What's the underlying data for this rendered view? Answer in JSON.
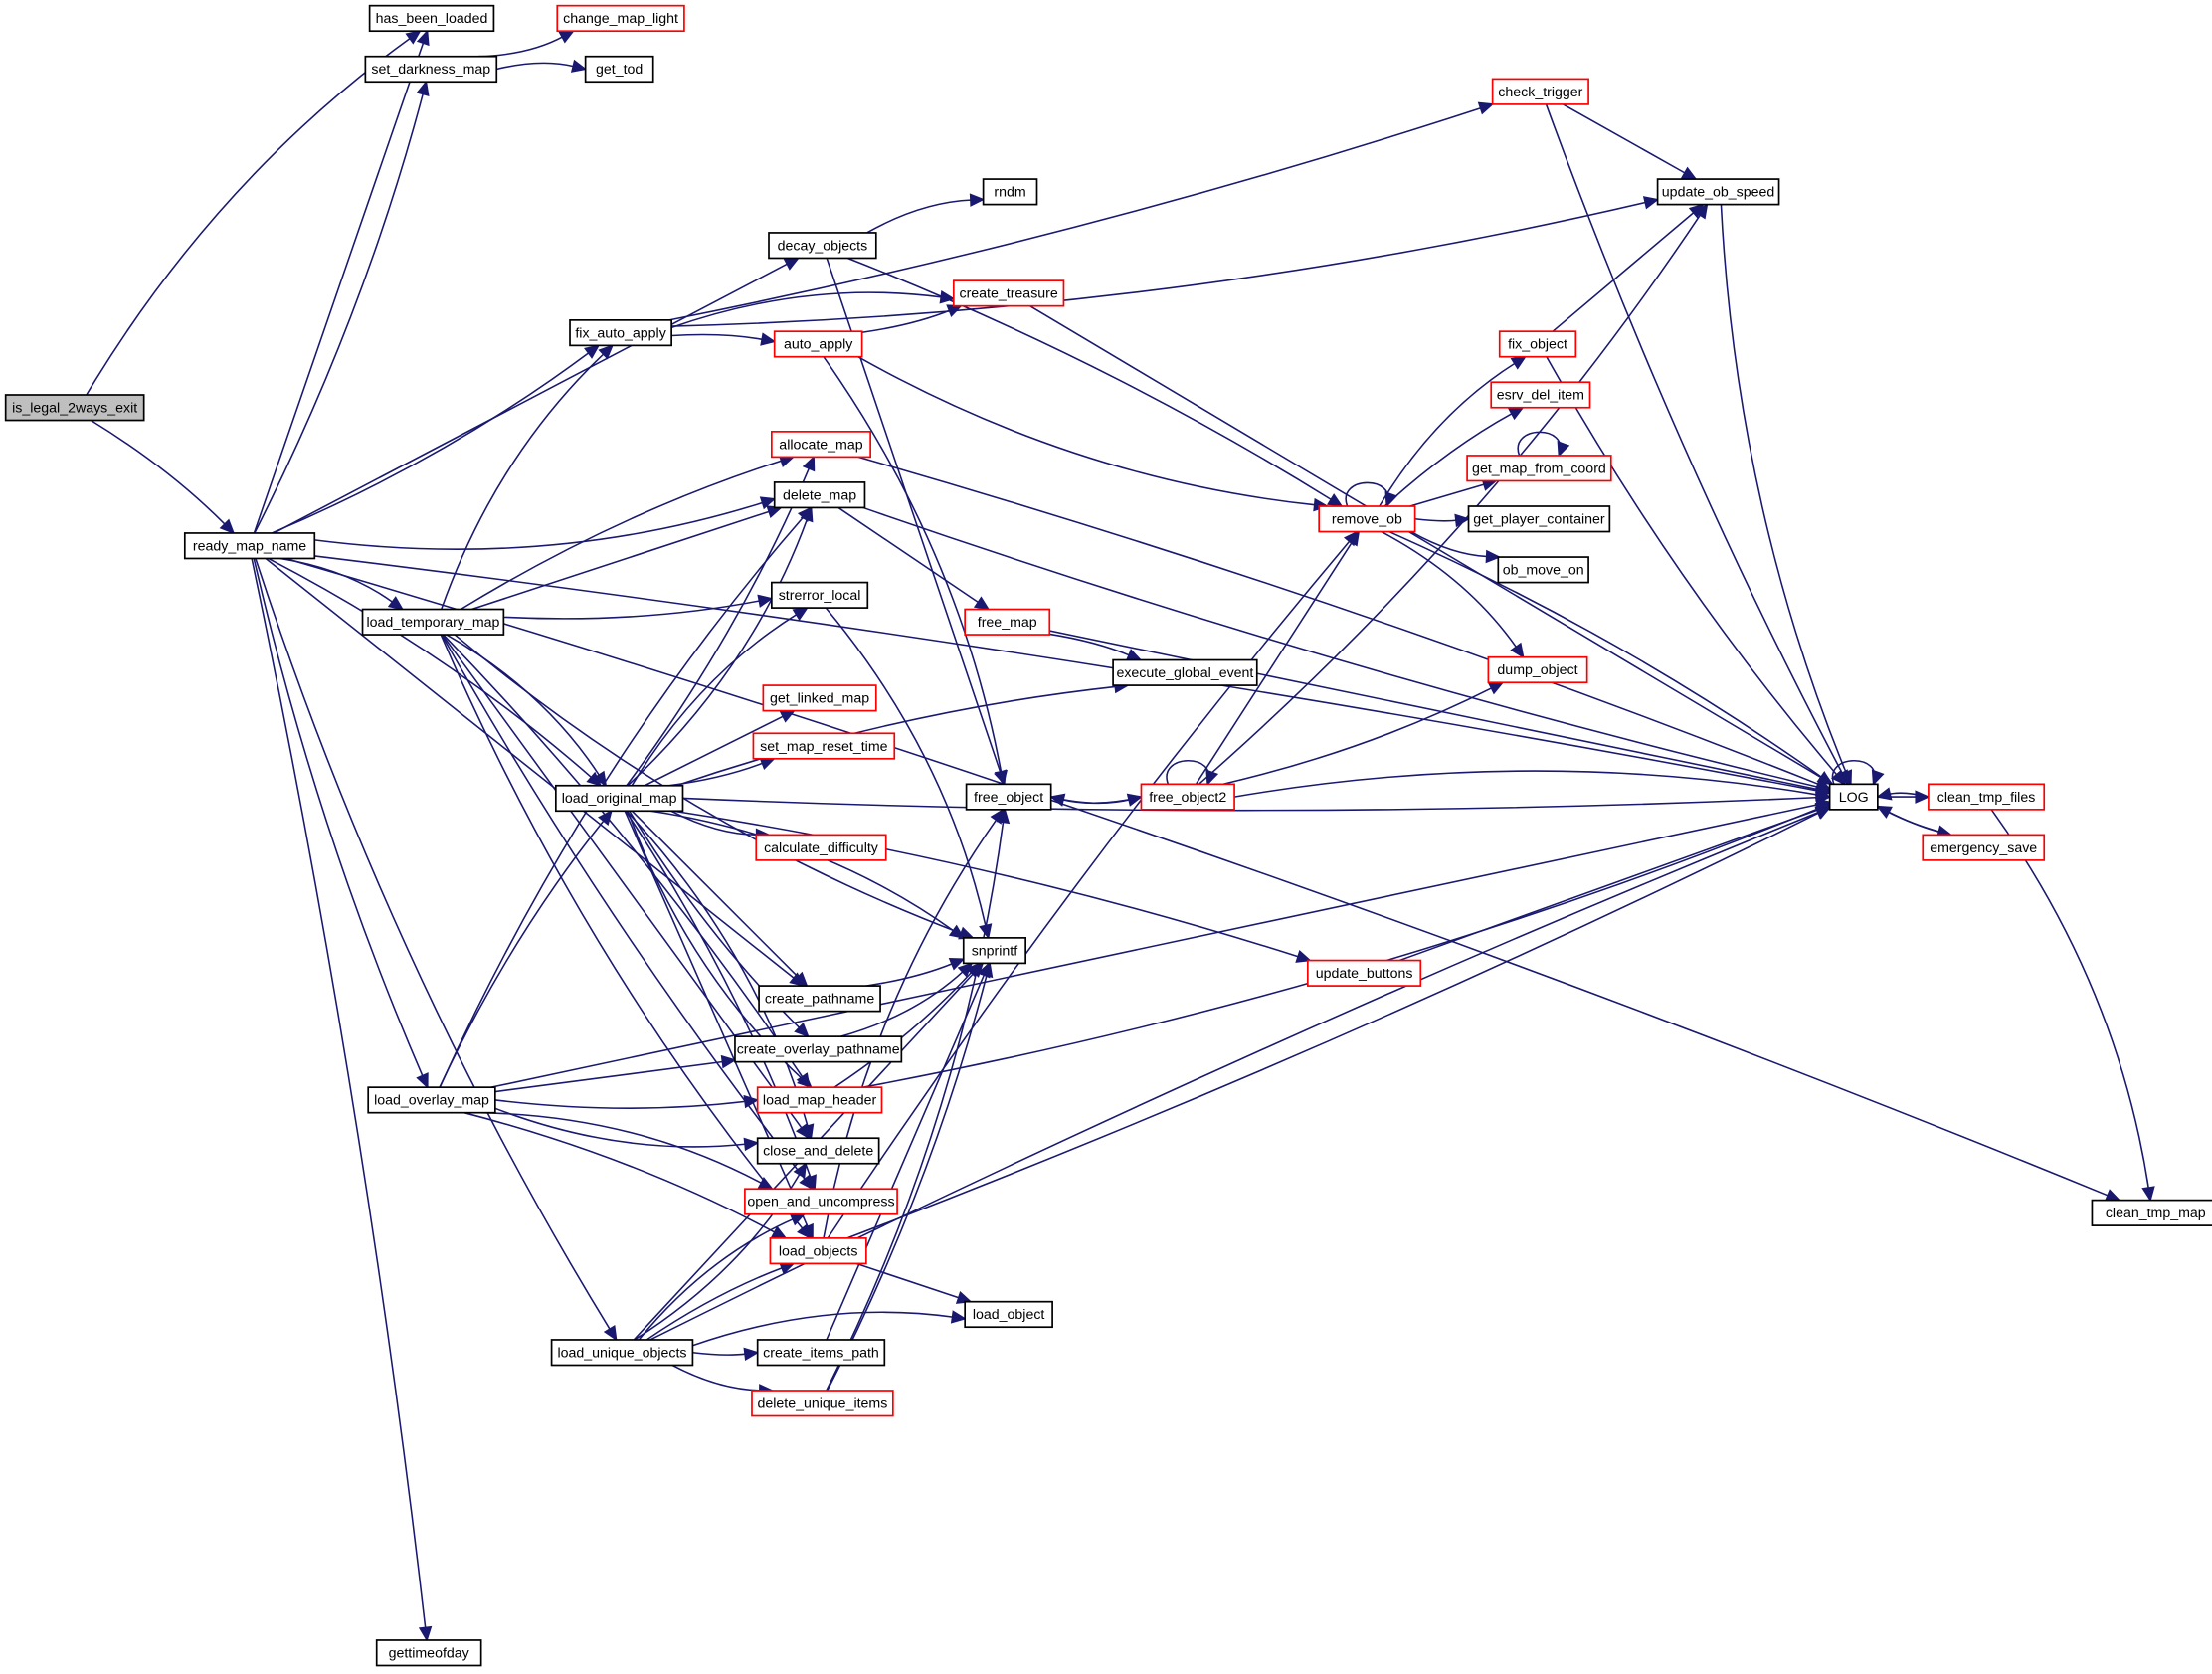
{
  "title": "Call graph of is_legal_2ways_exit",
  "colors": {
    "edge": "#191970",
    "linked_border": "#ff0000",
    "plain_border": "#000000",
    "root_fill": "#bfbfbf"
  },
  "nodes": [
    {
      "id": "is_legal_2ways_exit",
      "label": "is_legal_2ways_exit",
      "kind": "root"
    },
    {
      "id": "ready_map_name",
      "label": "ready_map_name",
      "kind": "normal"
    },
    {
      "id": "has_been_loaded",
      "label": "has_been_loaded",
      "kind": "normal"
    },
    {
      "id": "set_darkness_map",
      "label": "set_darkness_map",
      "kind": "normal"
    },
    {
      "id": "change_map_light",
      "label": "change_map_light",
      "kind": "linked"
    },
    {
      "id": "get_tod",
      "label": "get_tod",
      "kind": "normal"
    },
    {
      "id": "check_trigger",
      "label": "check_trigger",
      "kind": "linked"
    },
    {
      "id": "update_ob_speed",
      "label": "update_ob_speed",
      "kind": "normal"
    },
    {
      "id": "rndm",
      "label": "rndm",
      "kind": "normal"
    },
    {
      "id": "decay_objects",
      "label": "decay_objects",
      "kind": "normal"
    },
    {
      "id": "create_treasure",
      "label": "create_treasure",
      "kind": "linked"
    },
    {
      "id": "fix_auto_apply",
      "label": "fix_auto_apply",
      "kind": "normal"
    },
    {
      "id": "auto_apply",
      "label": "auto_apply",
      "kind": "linked"
    },
    {
      "id": "fix_object",
      "label": "fix_object",
      "kind": "linked"
    },
    {
      "id": "esrv_del_item",
      "label": "esrv_del_item",
      "kind": "linked"
    },
    {
      "id": "get_map_from_coord",
      "label": "get_map_from_coord",
      "kind": "linked"
    },
    {
      "id": "allocate_map",
      "label": "allocate_map",
      "kind": "linked"
    },
    {
      "id": "delete_map",
      "label": "delete_map",
      "kind": "normal"
    },
    {
      "id": "remove_ob",
      "label": "remove_ob",
      "kind": "linked"
    },
    {
      "id": "get_player_container",
      "label": "get_player_container",
      "kind": "normal"
    },
    {
      "id": "ob_move_on",
      "label": "ob_move_on",
      "kind": "normal"
    },
    {
      "id": "load_temporary_map",
      "label": "load_temporary_map",
      "kind": "normal"
    },
    {
      "id": "strerror_local",
      "label": "strerror_local",
      "kind": "normal"
    },
    {
      "id": "free_map",
      "label": "free_map",
      "kind": "linked"
    },
    {
      "id": "execute_global_event",
      "label": "execute_global_event",
      "kind": "normal"
    },
    {
      "id": "dump_object",
      "label": "dump_object",
      "kind": "linked"
    },
    {
      "id": "get_linked_map",
      "label": "get_linked_map",
      "kind": "linked"
    },
    {
      "id": "set_map_reset_time",
      "label": "set_map_reset_time",
      "kind": "linked"
    },
    {
      "id": "load_original_map",
      "label": "load_original_map",
      "kind": "normal"
    },
    {
      "id": "free_object",
      "label": "free_object",
      "kind": "normal"
    },
    {
      "id": "free_object2",
      "label": "free_object2",
      "kind": "linked"
    },
    {
      "id": "LOG",
      "label": "LOG",
      "kind": "normal"
    },
    {
      "id": "clean_tmp_files",
      "label": "clean_tmp_files",
      "kind": "linked"
    },
    {
      "id": "emergency_save",
      "label": "emergency_save",
      "kind": "linked"
    },
    {
      "id": "calculate_difficulty",
      "label": "calculate_difficulty",
      "kind": "linked"
    },
    {
      "id": "snprintf",
      "label": "snprintf",
      "kind": "normal"
    },
    {
      "id": "update_buttons",
      "label": "update_buttons",
      "kind": "linked"
    },
    {
      "id": "create_pathname",
      "label": "create_pathname",
      "kind": "normal"
    },
    {
      "id": "create_overlay_pathname",
      "label": "create_overlay_pathname",
      "kind": "normal"
    },
    {
      "id": "load_overlay_map",
      "label": "load_overlay_map",
      "kind": "normal"
    },
    {
      "id": "load_map_header",
      "label": "load_map_header",
      "kind": "linked"
    },
    {
      "id": "close_and_delete",
      "label": "close_and_delete",
      "kind": "normal"
    },
    {
      "id": "open_and_uncompress",
      "label": "open_and_uncompress",
      "kind": "linked"
    },
    {
      "id": "load_objects",
      "label": "load_objects",
      "kind": "linked"
    },
    {
      "id": "clean_tmp_map",
      "label": "clean_tmp_map",
      "kind": "normal"
    },
    {
      "id": "load_object",
      "label": "load_object",
      "kind": "normal"
    },
    {
      "id": "load_unique_objects",
      "label": "load_unique_objects",
      "kind": "normal"
    },
    {
      "id": "create_items_path",
      "label": "create_items_path",
      "kind": "normal"
    },
    {
      "id": "delete_unique_items",
      "label": "delete_unique_items",
      "kind": "linked"
    },
    {
      "id": "gettimeofday",
      "label": "gettimeofday",
      "kind": "normal"
    }
  ],
  "edges": [
    [
      "is_legal_2ways_exit",
      "has_been_loaded"
    ],
    [
      "is_legal_2ways_exit",
      "ready_map_name"
    ],
    [
      "ready_map_name",
      "has_been_loaded"
    ],
    [
      "ready_map_name",
      "set_darkness_map"
    ],
    [
      "set_darkness_map",
      "change_map_light"
    ],
    [
      "set_darkness_map",
      "get_tod"
    ],
    [
      "ready_map_name",
      "LOG"
    ],
    [
      "ready_map_name",
      "decay_objects"
    ],
    [
      "ready_map_name",
      "fix_auto_apply"
    ],
    [
      "ready_map_name",
      "delete_map"
    ],
    [
      "ready_map_name",
      "load_temporary_map"
    ],
    [
      "ready_map_name",
      "load_original_map"
    ],
    [
      "ready_map_name",
      "create_pathname"
    ],
    [
      "ready_map_name",
      "load_overlay_map"
    ],
    [
      "ready_map_name",
      "load_unique_objects"
    ],
    [
      "ready_map_name",
      "clean_tmp_map"
    ],
    [
      "ready_map_name",
      "gettimeofday"
    ],
    [
      "check_trigger",
      "update_ob_speed"
    ],
    [
      "check_trigger",
      "LOG"
    ],
    [
      "update_ob_speed",
      "LOG"
    ],
    [
      "decay_objects",
      "rndm"
    ],
    [
      "decay_objects",
      "remove_ob"
    ],
    [
      "decay_objects",
      "free_object"
    ],
    [
      "fix_auto_apply",
      "check_trigger"
    ],
    [
      "fix_auto_apply",
      "update_ob_speed"
    ],
    [
      "fix_auto_apply",
      "create_treasure"
    ],
    [
      "fix_auto_apply",
      "auto_apply"
    ],
    [
      "create_treasure",
      "LOG"
    ],
    [
      "auto_apply",
      "create_treasure"
    ],
    [
      "auto_apply",
      "remove_ob"
    ],
    [
      "auto_apply",
      "free_object"
    ],
    [
      "allocate_map",
      "LOG"
    ],
    [
      "delete_map",
      "free_map"
    ],
    [
      "delete_map",
      "LOG"
    ],
    [
      "remove_ob",
      "remove_ob"
    ],
    [
      "remove_ob",
      "fix_object"
    ],
    [
      "remove_ob",
      "esrv_del_item"
    ],
    [
      "remove_ob",
      "get_map_from_coord"
    ],
    [
      "remove_ob",
      "get_player_container"
    ],
    [
      "remove_ob",
      "ob_move_on"
    ],
    [
      "remove_ob",
      "dump_object"
    ],
    [
      "remove_ob",
      "LOG"
    ],
    [
      "fix_object",
      "update_ob_speed"
    ],
    [
      "fix_object",
      "LOG"
    ],
    [
      "get_map_from_coord",
      "get_map_from_coord"
    ],
    [
      "load_temporary_map",
      "fix_auto_apply"
    ],
    [
      "load_temporary_map",
      "allocate_map"
    ],
    [
      "load_temporary_map",
      "delete_map"
    ],
    [
      "load_temporary_map",
      "strerror_local"
    ],
    [
      "load_temporary_map",
      "snprintf"
    ],
    [
      "load_temporary_map",
      "load_original_map"
    ],
    [
      "load_temporary_map",
      "load_map_header"
    ],
    [
      "load_temporary_map",
      "close_and_delete"
    ],
    [
      "load_temporary_map",
      "open_and_uncompress"
    ],
    [
      "load_temporary_map",
      "load_objects"
    ],
    [
      "strerror_local",
      "snprintf"
    ],
    [
      "free_map",
      "execute_global_event"
    ],
    [
      "free_map",
      "LOG"
    ],
    [
      "load_original_map",
      "allocate_map"
    ],
    [
      "load_original_map",
      "delete_map"
    ],
    [
      "load_original_map",
      "strerror_local"
    ],
    [
      "load_original_map",
      "execute_global_event"
    ],
    [
      "load_original_map",
      "get_linked_map"
    ],
    [
      "load_original_map",
      "set_map_reset_time"
    ],
    [
      "load_original_map",
      "calculate_difficulty"
    ],
    [
      "load_original_map",
      "snprintf"
    ],
    [
      "load_original_map",
      "update_buttons"
    ],
    [
      "load_original_map",
      "create_pathname"
    ],
    [
      "load_original_map",
      "create_overlay_pathname"
    ],
    [
      "load_original_map",
      "load_map_header"
    ],
    [
      "load_original_map",
      "close_and_delete"
    ],
    [
      "load_original_map",
      "open_and_uncompress"
    ],
    [
      "load_original_map",
      "load_objects"
    ],
    [
      "load_original_map",
      "LOG"
    ],
    [
      "free_object",
      "free_object2"
    ],
    [
      "free_object2",
      "free_object"
    ],
    [
      "free_object2",
      "free_object2"
    ],
    [
      "free_object2",
      "remove_ob"
    ],
    [
      "free_object2",
      "dump_object"
    ],
    [
      "free_object2",
      "update_ob_speed"
    ],
    [
      "free_object2",
      "LOG"
    ],
    [
      "LOG",
      "LOG"
    ],
    [
      "LOG",
      "clean_tmp_files"
    ],
    [
      "LOG",
      "emergency_save"
    ],
    [
      "clean_tmp_files",
      "LOG"
    ],
    [
      "clean_tmp_files",
      "clean_tmp_map"
    ],
    [
      "emergency_save",
      "LOG"
    ],
    [
      "update_buttons",
      "LOG"
    ],
    [
      "create_pathname",
      "snprintf"
    ],
    [
      "create_overlay_pathname",
      "snprintf"
    ],
    [
      "load_overlay_map",
      "delete_map"
    ],
    [
      "load_overlay_map",
      "load_original_map"
    ],
    [
      "load_overlay_map",
      "create_overlay_pathname"
    ],
    [
      "load_overlay_map",
      "load_map_header"
    ],
    [
      "load_overlay_map",
      "close_and_delete"
    ],
    [
      "load_overlay_map",
      "open_and_uncompress"
    ],
    [
      "load_overlay_map",
      "load_objects"
    ],
    [
      "load_overlay_map",
      "LOG"
    ],
    [
      "load_map_header",
      "snprintf"
    ],
    [
      "load_map_header",
      "LOG"
    ],
    [
      "load_objects",
      "free_object"
    ],
    [
      "load_objects",
      "remove_ob"
    ],
    [
      "load_objects",
      "load_object"
    ],
    [
      "load_objects",
      "LOG"
    ],
    [
      "load_unique_objects",
      "close_and_delete"
    ],
    [
      "load_unique_objects",
      "open_and_uncompress"
    ],
    [
      "load_unique_objects",
      "load_objects"
    ],
    [
      "load_unique_objects",
      "snprintf"
    ],
    [
      "load_unique_objects",
      "create_items_path"
    ],
    [
      "load_unique_objects",
      "delete_unique_items"
    ],
    [
      "load_unique_objects",
      "load_object"
    ],
    [
      "load_unique_objects",
      "LOG"
    ],
    [
      "create_items_path",
      "snprintf"
    ],
    [
      "delete_unique_items",
      "snprintf"
    ],
    [
      "delete_unique_items",
      "free_object"
    ]
  ]
}
